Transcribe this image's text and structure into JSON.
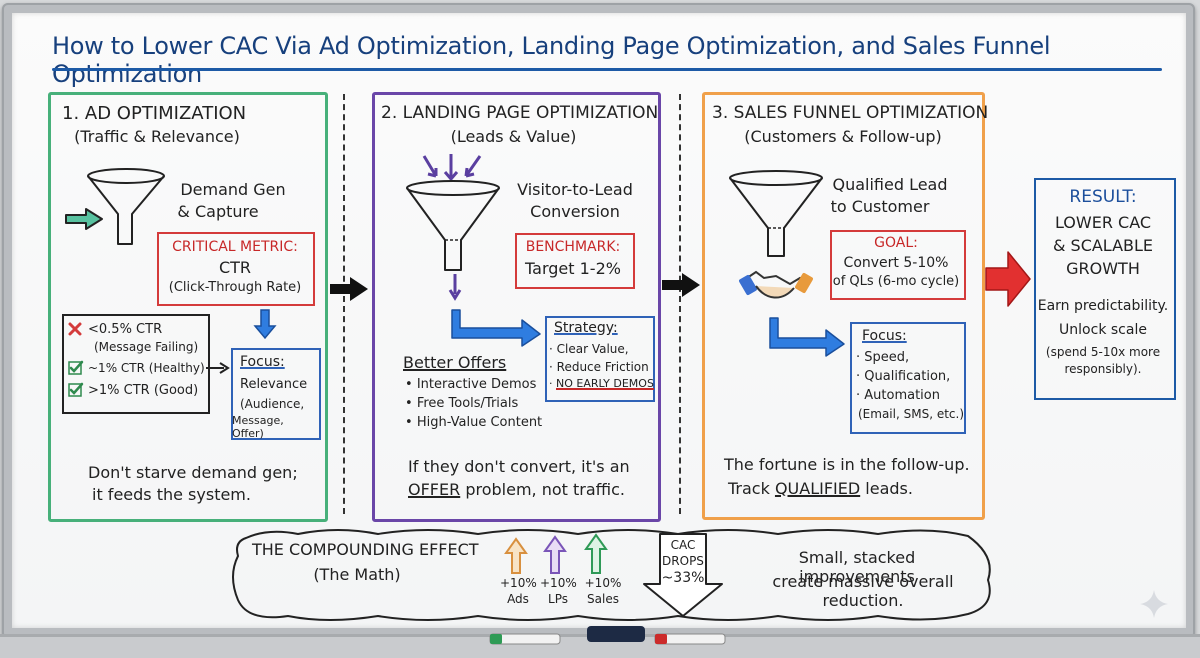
{
  "title": "How to Lower CAC Via Ad Optimization, Landing Page Optimization, and Sales Funnel Optimization",
  "colors": {
    "title": "#17407d",
    "ad_panel": "#47b07a",
    "lp_panel": "#6a46a8",
    "sf_panel": "#f0a04a",
    "result": "#1d5aa6",
    "alert": "#d43b3b"
  },
  "ad": {
    "heading": "1. AD OPTIMIZATION",
    "subheading": "(Traffic & Relevance)",
    "funnel_label_1": "Demand Gen",
    "funnel_label_2": "& Capture",
    "metric_label": "CRITICAL METRIC:",
    "metric_name": "CTR",
    "metric_desc": "(Click-Through Rate)",
    "ctr_items": [
      {
        "icon": "x-icon",
        "text": "<0.5% CTR"
      },
      {
        "icon": "",
        "text": "(Message Failing)"
      },
      {
        "icon": "check-icon",
        "text": "~1% CTR (Healthy)"
      },
      {
        "icon": "check-icon",
        "text": ">1% CTR (Good)"
      }
    ],
    "focus_label": "Focus:",
    "focus_1": "Relevance",
    "focus_2": "(Audience,",
    "focus_3": "Message, Offer)",
    "note_1": "Don't starve demand gen;",
    "note_2": "it feeds the system."
  },
  "lp": {
    "heading": "2. LANDING PAGE OPTIMIZATION",
    "subheading": "(Leads & Value)",
    "funnel_label_1": "Visitor-to-Lead",
    "funnel_label_2": "Conversion",
    "benchmark_label": "BENCHMARK:",
    "benchmark_value": "Target 1-2%",
    "strategy_label": "Strategy:",
    "strategy_items": [
      "Clear Value,",
      "Reduce Friction",
      "NO EARLY DEMOS"
    ],
    "offers_label": "Better Offers",
    "offers_items": [
      "Interactive Demos",
      "Free Tools/Trials",
      "High-Value Content"
    ],
    "note_1": "If they don't convert, it's an",
    "note_2_emph": "OFFER",
    "note_2_rest": " problem, not traffic."
  },
  "sf": {
    "heading": "3. SALES FUNNEL OPTIMIZATION",
    "subheading": "(Customers & Follow-up)",
    "funnel_label_1": "Qualified Lead",
    "funnel_label_2": "to Customer",
    "goal_label": "GOAL:",
    "goal_1": "Convert 5-10%",
    "goal_2": "of QLs (6-mo cycle)",
    "focus_label": "Focus:",
    "focus_items": [
      "Speed,",
      "Qualification,",
      "Automation"
    ],
    "focus_extra": "(Email, SMS, etc.)",
    "note_1": "The fortune is in the follow-up.",
    "note_2_pre": "Track ",
    "note_2_emph": "QUALIFIED",
    "note_2_post": " leads."
  },
  "result": {
    "label": "RESULT:",
    "line_1": "LOWER CAC",
    "line_2": "& SCALABLE",
    "line_3": "GROWTH",
    "note_1": "Earn predictability.",
    "note_2": "Unlock scale",
    "note_3": "(spend 5-10x more",
    "note_4": "responsibly)."
  },
  "compounding": {
    "title": "THE COMPOUNDING EFFECT",
    "subtitle": "(The Math)",
    "increments": [
      {
        "value": "+10%",
        "label": "Ads"
      },
      {
        "value": "+10%",
        "label": "LPs"
      },
      {
        "value": "+10%",
        "label": "Sales"
      }
    ],
    "cac_1": "CAC",
    "cac_2": "DROPS",
    "cac_3": "~33%",
    "note_1": "Small, stacked improvements",
    "note_2": "create massive overall reduction."
  }
}
